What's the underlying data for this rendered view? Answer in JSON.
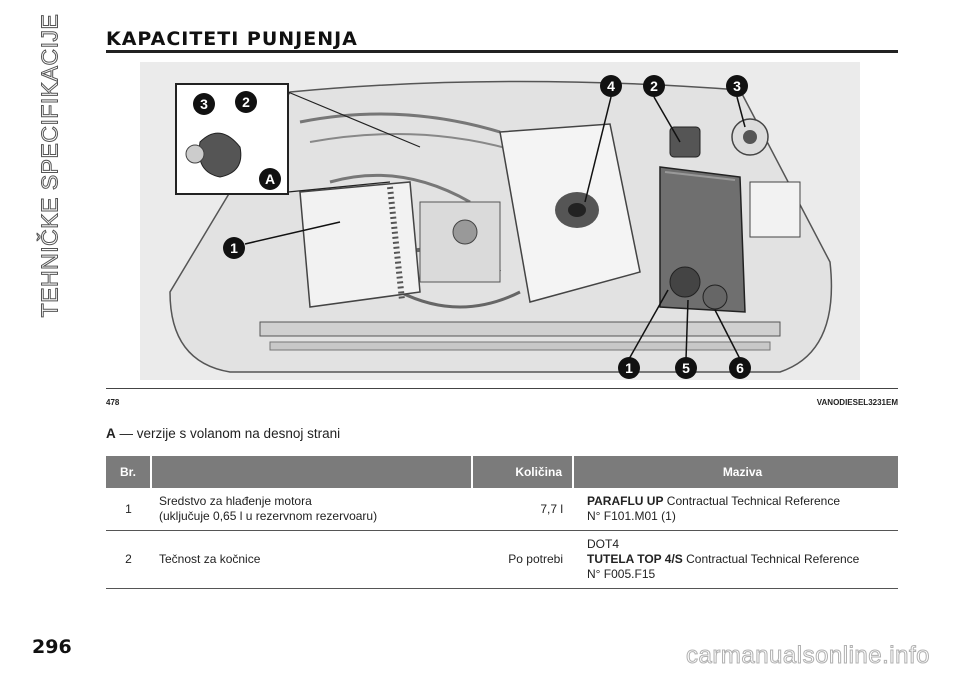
{
  "side_label": "TEHNIČKE SPECIFIKACIJE",
  "title": "KAPACITETI PUNJENJA",
  "figure": {
    "number": "478",
    "code": "VANODIESEL3231EM",
    "callouts": [
      "1",
      "2",
      "3",
      "4",
      "5",
      "6"
    ],
    "inset_callouts": [
      "3",
      "2",
      "A"
    ]
  },
  "legend": {
    "key": "A",
    "text": " — verzije s volanom na desnoj strani"
  },
  "table": {
    "headers": {
      "no": "Br.",
      "desc": "",
      "qty": "Količina",
      "lub": "Maziva"
    },
    "rows": [
      {
        "no": "1",
        "desc_line1": "Sredstvo za hlađenje motora",
        "desc_line2": "(uključuje 0,65 l u rezervnom rezervoaru)",
        "qty": "7,7 l",
        "lub_brand": "PARAFLU UP",
        "lub_ref": "Contractual Technical Reference",
        "lub_code": "N° F101.M01 (1)"
      },
      {
        "no": "2",
        "desc_line1": "Tečnost za kočnice",
        "qty": "Po potrebi",
        "lub_pre": "DOT4",
        "lub_brand": "TUTELA TOP 4/S",
        "lub_ref": "Contractual Technical Reference",
        "lub_code": "N° F005.F15"
      }
    ]
  },
  "page_number": "296",
  "watermark": "carmanualsonline.info"
}
